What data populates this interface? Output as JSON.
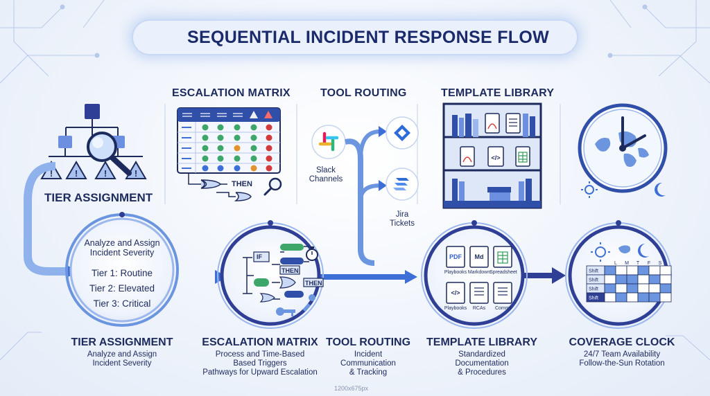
{
  "title": "SEQUENTIAL INCIDENT RESPONSE FLOW",
  "top_sections": {
    "escalation_matrix": "ESCALATION MATRIX",
    "tool_routing": "TOOL ROUTING",
    "template_library": "TEMPLATE LIBRARY"
  },
  "tier_assignment_heading": "TIER ASSIGNMENT",
  "matrix_then": "THEN",
  "tool_routing_top": {
    "slack": "Slack\nChannels",
    "jira": "Jira\nTickets"
  },
  "tier_circle": {
    "intro": "Analyze and Assign\nIncident Severity",
    "tiers": [
      "Tier 1: Routine",
      "Tier 2: Elevated",
      "Tier 3: Critical"
    ]
  },
  "logic_circle": {
    "if": "IF",
    "then1": "THEN",
    "then2": "THEN"
  },
  "template_circle": {
    "row1": [
      {
        "badge": "PDF",
        "label": "Playbooks",
        "color": "#2f5fd0"
      },
      {
        "badge": "Md",
        "label": "Markdown",
        "color": "#1d2a5c"
      },
      {
        "badge": "",
        "label": "Spreadsheet",
        "color": "#2e9b57"
      }
    ],
    "row2": [
      {
        "badge": "</>",
        "label": "Playbooks"
      },
      {
        "badge": "",
        "label": "RCAs"
      },
      {
        "badge": "",
        "label": "Comms"
      }
    ]
  },
  "schedule": {
    "days": [
      "L",
      "M",
      "T",
      "F",
      "S"
    ],
    "rows": [
      "Shift",
      "Shift",
      "Shift",
      "Shift"
    ]
  },
  "stages": [
    {
      "title": "TIER ASSIGNMENT",
      "desc": [
        "Analyze and Assign",
        "Incident Severity"
      ]
    },
    {
      "title": "ESCALATION MATRIX",
      "desc": [
        "Process and Time-Based",
        "Based Triggers",
        "Pathways for Upward Escalation"
      ]
    },
    {
      "title": "TOOL ROUTING",
      "desc": [
        "Incident",
        "Communication",
        "& Tracking"
      ]
    },
    {
      "title": "TEMPLATE LIBRARY",
      "desc": [
        "Standardized",
        "Documentation",
        "& Procedures"
      ]
    },
    {
      "title": "COVERAGE CLOCK",
      "desc": [
        "24/7 Team Availability",
        "Follow-the-Sun Rotation"
      ]
    }
  ],
  "caption": "1200x675px",
  "colors": {
    "accent": "#3d6fd6",
    "navy": "#1d2a5c",
    "light": "#c9dbf6",
    "green": "#3fa66a",
    "orange": "#e2932f",
    "red": "#d23b3b"
  }
}
